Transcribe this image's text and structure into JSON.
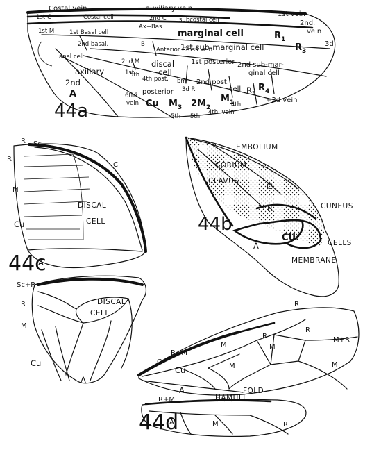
{
  "fig_44a": {
    "number": "44a",
    "labels": {
      "costal_vein": "Costal vein",
      "auxiliary_vein": "auxiliary vein",
      "first_c": "1st C",
      "costal_cell": "Costal cell",
      "second_c": "2nd C",
      "subcostal_cell": "subcostal cell",
      "aux_bas": "Ax+Bas",
      "first_vein": "1st vein",
      "second_vein_a": "2nd.",
      "second_vein_b": "vein",
      "first_m": "1st M",
      "first_basal_cell": "1st Basal cell",
      "marginal_cell": "marginal cell",
      "r1": "R",
      "r1_sub": "1",
      "second_basal": "2nd basal.",
      "b": "B",
      "anterior_cross_vein": "Anterior Cross vein",
      "first_sub_marginal": "1st sub-marginal cell",
      "r3": "R",
      "r3_sub": "3",
      "third_d": "3d",
      "anal_cell": "anal cell",
      "second_m": "2nd M",
      "discal_cell_a": "discal",
      "discal_cell_b": "cell",
      "first_posterior": "1st posterior",
      "second_sub_marginal_a": "2nd sub-mar-",
      "second_sub_marginal_b": "ginal cell",
      "axillary": "axillary",
      "first_a": "1st",
      "fifth": "5th",
      "fourth_post": "4th post.",
      "bm": "bm",
      "second_post": "2nd post.",
      "cell_r": "cell",
      "r3b": "R",
      "r3b_sub": "3",
      "r4": "R",
      "r4_sub": "4",
      "second_nd": "2nd",
      "a_big": "A",
      "posterior": "posterior",
      "three_p": "3d P.",
      "m1": "M",
      "m1_sub": "1",
      "sixth_vein": "6th?",
      "vein": "vein",
      "cu": "Cu",
      "m3": "M",
      "m3_sub": "3",
      "m2": "2M",
      "m2_sub": "2",
      "third_d_vein": "+3d vein",
      "fourth_a": "4th",
      "fifth_a": "5th",
      "fifth_b": "5th",
      "fourth_vein": "4th. vein"
    }
  },
  "fig_44b": {
    "number": "44b",
    "labels": {
      "embolium": "EMBOLIUM",
      "corium": "CORIUM",
      "clavus": "CLAVUS",
      "c": "C",
      "r": "R",
      "cuneus": "CUNEUS",
      "cu": "CU.",
      "cells": "CELLS",
      "a": "A",
      "membrane": "MEMBRANE"
    }
  },
  "fig_44c": {
    "number": "44c",
    "upper": {
      "r": "R",
      "sc": "Sc",
      "r_left": "R",
      "c": "C",
      "m": "M",
      "discal_a": "DISCAL",
      "discal_b": "CELL",
      "cu": "Cu",
      "a": "A"
    },
    "lower": {
      "sc_r": "Sc+R",
      "r": "R",
      "discal_a": "DISCAL",
      "discal_b": "CELL",
      "m": "M",
      "cu": "Cu",
      "a": "A"
    }
  },
  "fig_44d": {
    "number": "44d",
    "labels": {
      "r_top": "R",
      "r_mid": "R",
      "m_right": "M+R",
      "m_top": "M",
      "r_inner": "R",
      "m_inner": "M",
      "r_m": "R+M",
      "c": "C",
      "cu": "Cu",
      "m_low": "M",
      "m_far": "M",
      "a": "A",
      "fold": "FOLD",
      "hamuli": "HAMULI",
      "r_m2": "R+M",
      "a2": "A",
      "m2": "M",
      "r2": "R"
    }
  }
}
